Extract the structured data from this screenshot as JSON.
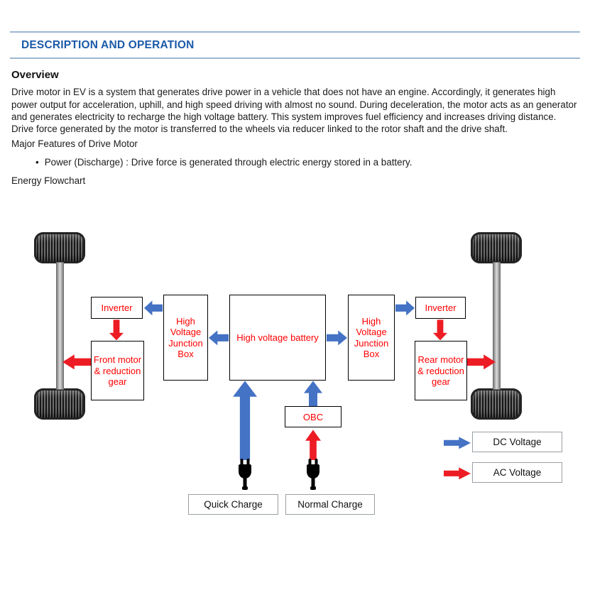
{
  "header": {
    "title": "DESCRIPTION AND OPERATION"
  },
  "overview": {
    "heading": "Overview",
    "body": "Drive motor in EV is a system that generates drive power in a vehicle that does not have an engine. Accordingly, it generates high power output for acceleration, uphill, and high speed driving with almost no sound. During deceleration, the motor acts as an generator and generates electricity to recharge the high voltage battery. This system improves fuel efficiency and increases driving distance. Drive force generated by the motor is transferred to the wheels via reducer linked to the rotor shaft and the drive shaft.",
    "major_features": "Major Features of Drive Motor",
    "bullet_marker": "•",
    "bullet": "Power (Discharge) : Drive force is generated through electric energy stored in a battery.",
    "flowchart_label": "Energy Flowchart"
  },
  "diagram": {
    "boxes": {
      "inverter_left": "Inverter",
      "junction_left": "High Voltage Junction Box",
      "battery": "High voltage battery",
      "junction_right": "High Voltage Junction Box",
      "inverter_right": "Inverter",
      "front_motor": "Front motor & reduction gear",
      "rear_motor": "Rear motor & reduction gear",
      "obc": "OBC",
      "quick_charge": "Quick Charge",
      "normal_charge": "Normal Charge"
    },
    "legend": {
      "dc": "DC Voltage",
      "ac": "AC Voltage"
    },
    "icons": {
      "dc_arrow": "dc-voltage-arrow",
      "ac_arrow": "ac-voltage-arrow",
      "plug": "power-plug-icon"
    }
  },
  "colors": {
    "title": "#1b5aa8",
    "rule": "#9db6d2",
    "dc": "#4472c4",
    "ac": "#ed1c24",
    "box_text": "#ff0000",
    "text": "#1a1a1a"
  }
}
